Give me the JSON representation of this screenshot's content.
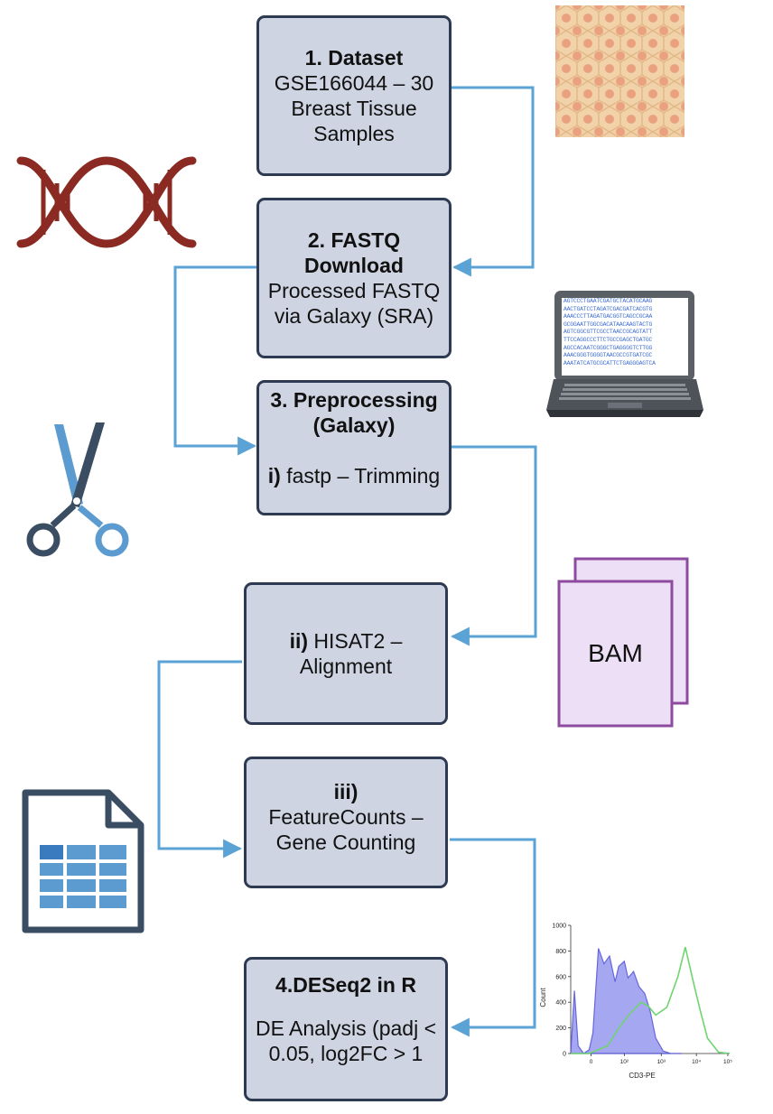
{
  "steps": {
    "step1": {
      "title": "1. Dataset",
      "lines": [
        "GSE166044 – 30",
        "Breast Tissue",
        "Samples"
      ]
    },
    "step2": {
      "title_lines": [
        "2. FASTQ",
        "Download"
      ],
      "lines": [
        "Processed FASTQ",
        "via Galaxy (SRA)"
      ]
    },
    "step3": {
      "title_lines": [
        "3. Preprocessing",
        "(Galaxy)"
      ],
      "sub_bold": "i)",
      "sub_text": " fastp – Trimming"
    },
    "step3b": {
      "bold": "ii)",
      "text": " HISAT2 –",
      "line2": "Alignment"
    },
    "step3c": {
      "bold": "iii)",
      "lines": [
        "FeatureCounts –",
        "Gene Counting"
      ]
    },
    "step4": {
      "title": "4.DESeq2 in R",
      "lines": [
        "DE Analysis (padj <",
        "0.05, log2FC > 1"
      ]
    }
  },
  "icons": {
    "dna": "dna-helix-icon",
    "scissors": "scissors-icon",
    "spreadsheet": "spreadsheet-file-icon",
    "tissue": "tissue-cells-icon",
    "laptop": "laptop-sequence-icon",
    "bam": "bam-files-icon",
    "histogram": "flow-histogram-icon"
  },
  "bam_label": "BAM",
  "laptop_lines": [
    "AGTCCCTGAATCGATGCTACATGCAAG",
    "AACTGATCCTAGATCGACGATCACGTG",
    "AAACCCTTAGATGACGGTCAGCCGCAA",
    "GCGGAATTGGCGACATAACAAGTACTG",
    "AGTCGGCGTTCGCCTAACCGCAGTATT",
    "TTCCAGGCCCTTCTGCCGAGCTGATGC",
    "AGCCACAATCGGGCTGAGGGGTCTTGG",
    "AAACGGGTGGGGTAACGCCGTGATCGC",
    "AAATATCATGCGCATTCTGAGGGAGTCA"
  ],
  "colors": {
    "box_fill": "#cfd4e2",
    "box_border": "#2e3a52",
    "arrow": "#5ba3d4",
    "dna": "#8a2a22",
    "scissors_blue": "#5b9bd0",
    "scissors_dark": "#3a4d63",
    "bam_purple": "#8d4ba0",
    "bam_fill": "#eddff5",
    "hist_fill": "#9d9ef0",
    "hist_line": "#5556d8",
    "hist_green": "#6fd46f",
    "tissue_bg": "#f2d2a8",
    "tissue_dot": "#eaa17f"
  },
  "chart_data": {
    "type": "area",
    "xlabel": "CD3-PE",
    "ylabel": "Count",
    "ylim": [
      0,
      1000
    ],
    "yticks": [
      "0",
      "200",
      "400",
      "600",
      "800",
      "1000"
    ],
    "xticks": [
      "0",
      "10²",
      "10³",
      "10⁴",
      "10⁵"
    ],
    "series": [
      {
        "style": "filled-blue",
        "x": [
          0,
          0.1,
          0.2,
          0.35,
          0.5,
          0.6,
          0.75,
          0.9,
          1.05,
          1.2,
          1.3,
          1.45,
          1.55,
          1.7,
          1.85,
          2.0,
          2.15,
          2.3,
          2.5,
          2.7,
          3.0
        ],
        "values": [
          0,
          490,
          60,
          0,
          30,
          160,
          820,
          700,
          760,
          560,
          680,
          720,
          590,
          640,
          520,
          470,
          330,
          120,
          20,
          0,
          0
        ]
      },
      {
        "style": "green-line",
        "x": [
          0,
          0.5,
          1.0,
          1.3,
          1.6,
          1.9,
          2.1,
          2.3,
          2.6,
          2.9,
          3.1,
          3.3,
          3.5,
          3.7,
          4.0,
          4.3
        ],
        "values": [
          0,
          0,
          60,
          200,
          310,
          400,
          370,
          300,
          360,
          600,
          830,
          580,
          340,
          120,
          10,
          0
        ]
      }
    ]
  }
}
